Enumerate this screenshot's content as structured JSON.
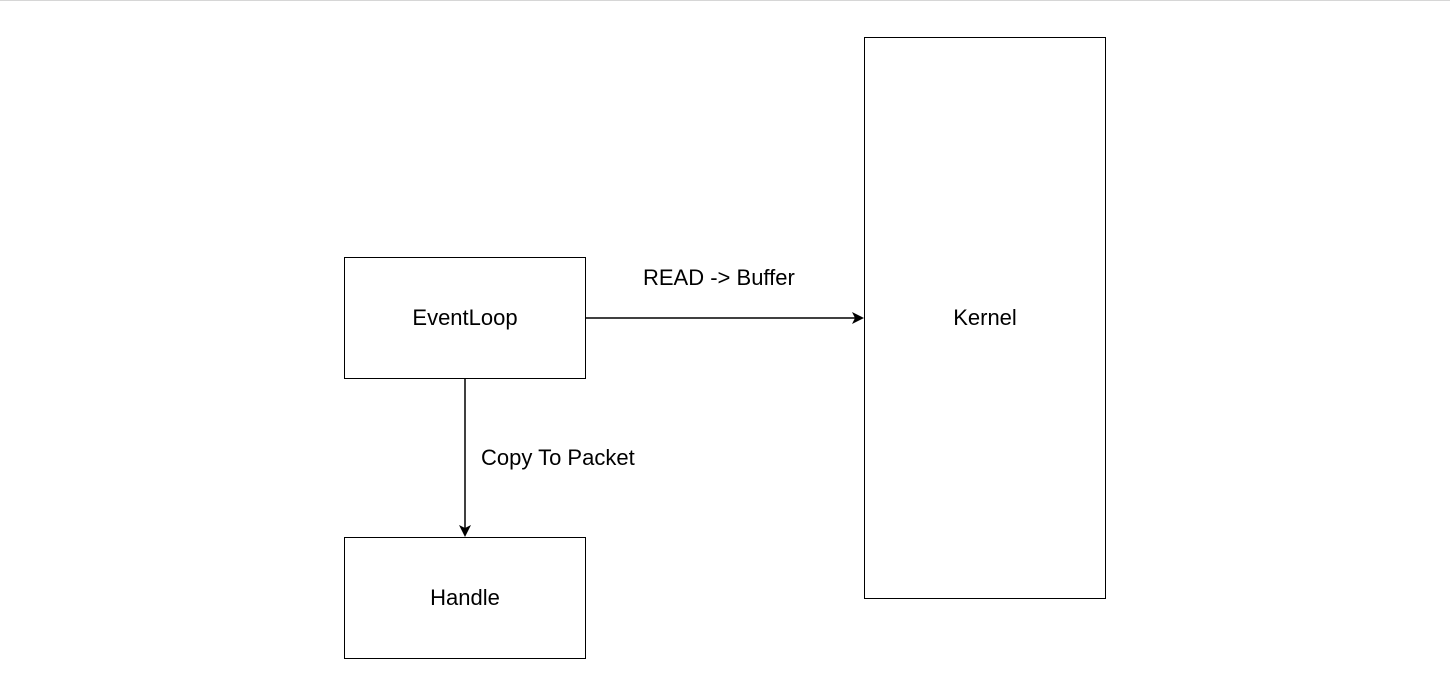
{
  "diagram": {
    "nodes": [
      {
        "id": "eventloop",
        "label": "EventLoop"
      },
      {
        "id": "handle",
        "label": "Handle"
      },
      {
        "id": "kernel",
        "label": "Kernel"
      }
    ],
    "edges": [
      {
        "from": "eventloop",
        "to": "kernel",
        "label": "READ -> Buffer"
      },
      {
        "from": "eventloop",
        "to": "handle",
        "label": "Copy To Packet"
      }
    ]
  }
}
